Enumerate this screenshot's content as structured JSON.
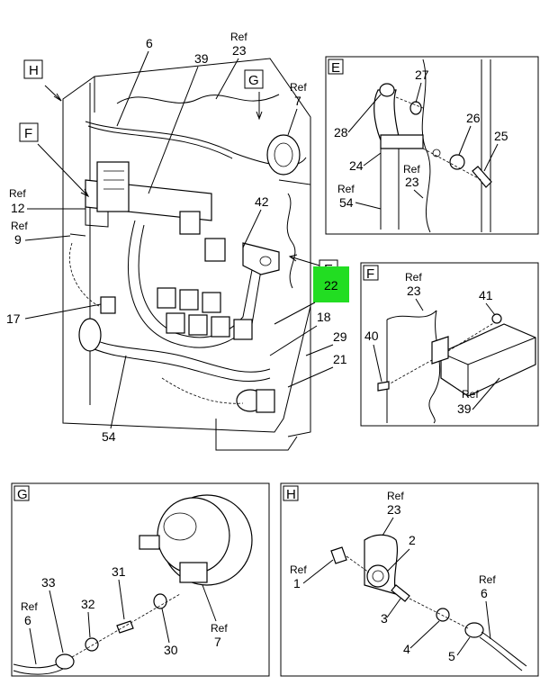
{
  "highlight": {
    "label": "22",
    "color": "#22dd22"
  },
  "main_view": {
    "callouts": {
      "h_box": "H",
      "g_box": "G",
      "f_box": "F",
      "e_box": "E",
      "c6": "6",
      "c39": "39",
      "ref23_ref": "Ref",
      "ref23_num": "23",
      "ref7_ref": "Ref",
      "ref7_num": "7",
      "ref12_ref": "Ref",
      "ref12_num": "12",
      "ref9_ref": "Ref",
      "ref9_num": "9",
      "c42": "42",
      "c17": "17",
      "c18": "18",
      "c29": "29",
      "c21": "21",
      "c54": "54"
    }
  },
  "detail_e": {
    "title": "E",
    "labels": {
      "c27": "27",
      "c28": "28",
      "c26": "26",
      "c25": "25",
      "c24": "24",
      "ref23_ref": "Ref",
      "ref23_num": "23",
      "ref54_ref": "Ref",
      "ref54_num": "54"
    }
  },
  "detail_f": {
    "title": "F",
    "labels": {
      "ref23_ref": "Ref",
      "ref23_num": "23",
      "c41": "41",
      "c40": "40",
      "ref39_ref": "Ref",
      "ref39_num": "39"
    }
  },
  "detail_g": {
    "title": "G",
    "labels": {
      "c33": "33",
      "c32": "32",
      "c31": "31",
      "c30": "30",
      "ref6_ref": "Ref",
      "ref6_num": "6",
      "ref7_ref": "Ref",
      "ref7_num": "7"
    }
  },
  "detail_h": {
    "title": "H",
    "labels": {
      "ref23_ref": "Ref",
      "ref23_num": "23",
      "c2": "2",
      "ref1_ref": "Ref",
      "ref1_num": "1",
      "c3": "3",
      "c4": "4",
      "c5": "5",
      "ref6_ref": "Ref",
      "ref6_num": "6"
    }
  }
}
